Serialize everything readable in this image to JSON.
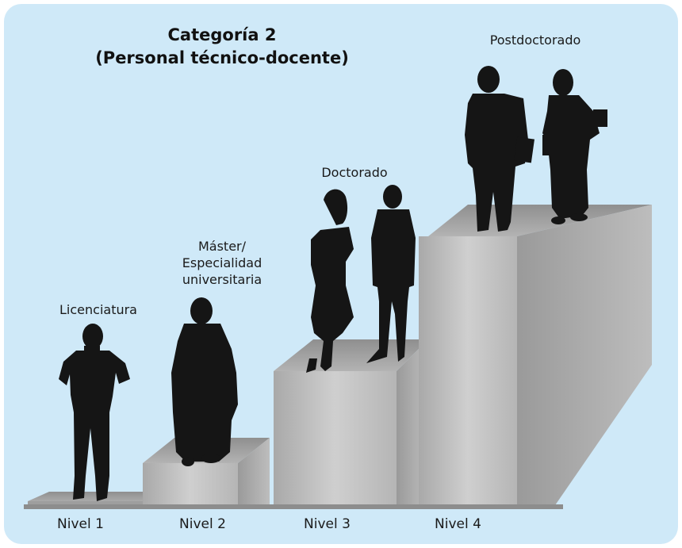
{
  "title": {
    "line1": "Categoría 2",
    "line2": "(Personal técnico-docente)"
  },
  "steps": [
    {
      "label": "Licenciatura",
      "level": "Nivel 1"
    },
    {
      "label_lines": [
        "Máster/",
        "Especialidad",
        "universitaria"
      ],
      "level": "Nivel 2"
    },
    {
      "label": "Doctorado",
      "level": "Nivel 3"
    },
    {
      "label": "Postdoctorado",
      "level": "Nivel 4"
    }
  ],
  "colors": {
    "background": "#cfe9f8",
    "silhouette": "#151515",
    "step_top": "#a7a7a7",
    "step_front": "#c8c8c8"
  }
}
